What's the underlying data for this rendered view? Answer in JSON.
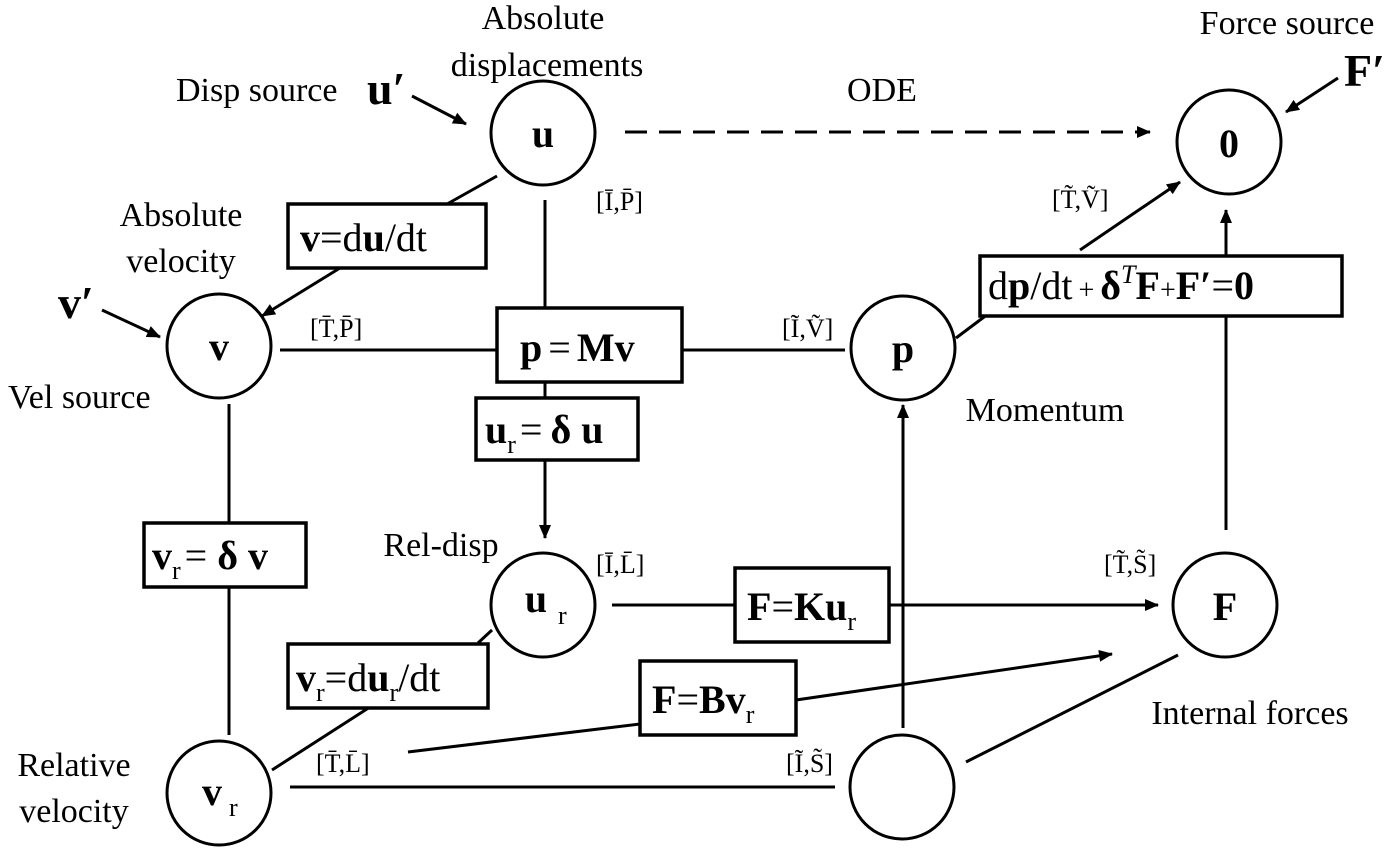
{
  "nodes": {
    "u": {
      "symbol": "u",
      "label_line1": "Absolute",
      "label_line2": "displacements"
    },
    "zero": {
      "symbol": "0",
      "label": "Force source"
    },
    "v": {
      "symbol": "v",
      "label_line1": "Absolute",
      "label_line2": "velocity"
    },
    "p": {
      "symbol": "p",
      "label": "Momentum"
    },
    "ur": {
      "symbol": "u",
      "subscript": "r",
      "label": "Rel-disp"
    },
    "F": {
      "symbol": "F",
      "label": "Internal forces"
    },
    "vr": {
      "symbol": "v",
      "subscript": "r",
      "label_line1": "Relative",
      "label_line2": "velocity"
    },
    "blank": {
      "symbol": ""
    }
  },
  "sources": {
    "disp": {
      "text": "Disp source",
      "symbol": "u′"
    },
    "vel": {
      "text": "Vel source",
      "symbol": "v′"
    },
    "force": {
      "symbol": "F′"
    }
  },
  "edge_labels": {
    "ode": "ODE"
  },
  "equations": {
    "v_du": {
      "bold1": "v",
      "mid": "=d",
      "bold2": "u",
      "tail": "/dt"
    },
    "p_Mv": {
      "bold1": "p",
      "mid": "=",
      "bold2": "Mv"
    },
    "ur_du": {
      "bold1": "u",
      "sub": "r",
      "mid": "=",
      "bold2": "δ u"
    },
    "vr_dv": {
      "bold1": "v",
      "sub": "r",
      "mid": "=",
      "bold2": "δ v"
    },
    "vr_dur": {
      "bold1": "v",
      "sub": "r",
      "mid": "=d",
      "bold2": "u",
      "sub2": "r",
      "tail": "/dt"
    },
    "F_Kur": {
      "bold1": "F",
      "mid": "=",
      "bold2": "Ku",
      "sub": "r"
    },
    "F_Bvr": {
      "bold1": "F",
      "mid": "=",
      "bold2": "Bv",
      "sub": "r"
    },
    "dp": {
      "pre": "d",
      "bold1": "p",
      "mid": "/dt",
      "plus1": "+",
      "bold2": "δ",
      "sup": "T",
      "bold3": "F",
      "plus2": "+",
      "bold4": "F′",
      "eq": "=",
      "bold5": "0"
    }
  },
  "tags": {
    "IP": "[Ī,P̄]",
    "TP": "[T̄,P̄]",
    "IV": "[Ĩ,Ṽ]",
    "TV": "[T̃,Ṽ]",
    "IL": "[Ī,L̄]",
    "TS": "[T̃,S̃]",
    "TL": "[T̄,L̄]",
    "IS": "[Ĩ,S̃]"
  }
}
